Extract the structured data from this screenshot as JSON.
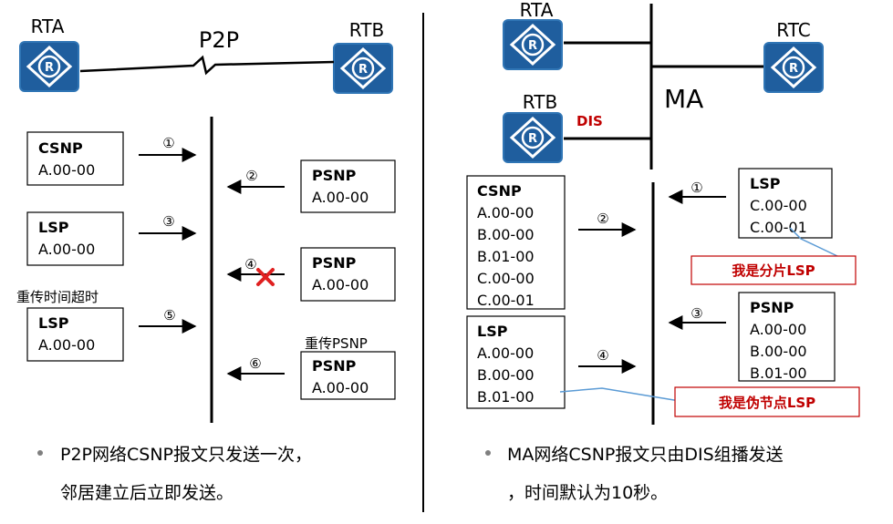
{
  "left": {
    "routers": [
      "RTA",
      "RTB"
    ],
    "link_label": "P2P",
    "steps": [
      "①",
      "②",
      "③",
      "④",
      "⑤",
      "⑥"
    ],
    "boxes": {
      "csnp_a": {
        "title": "CSNP",
        "lines": [
          "A.00-00"
        ]
      },
      "psnp_b1": {
        "title": "PSNP",
        "lines": [
          "A.00-00"
        ]
      },
      "lsp_a1": {
        "title": "LSP",
        "lines": [
          "A.00-00"
        ]
      },
      "psnp_b2": {
        "title": "PSNP",
        "lines": [
          "A.00-00"
        ]
      },
      "lsp_a2": {
        "title": "LSP",
        "lines": [
          "A.00-00"
        ]
      },
      "psnp_b3": {
        "title": "PSNP",
        "lines": [
          "A.00-00"
        ]
      }
    },
    "notes": {
      "retransmit_timeout": "重传时间超时",
      "retransmit_psnp": "重传PSNP"
    },
    "bullet": [
      "P2P网络CSNP报文只发送一次，",
      "邻居建立后立即发送。"
    ]
  },
  "right": {
    "routers": [
      "RTA",
      "RTB",
      "RTC"
    ],
    "dis_label": "DIS",
    "ma_label": "MA",
    "steps": [
      "①",
      "②",
      "③",
      "④"
    ],
    "boxes": {
      "lsp_c": {
        "title": "LSP",
        "lines": [
          "C.00-00",
          "C.00-01"
        ]
      },
      "csnp_b": {
        "title": "CSNP",
        "lines": [
          "A.00-00",
          "B.00-00",
          "B.01-00",
          "C.00-00",
          "C.00-01"
        ]
      },
      "psnp_a": {
        "title": "PSNP",
        "lines": [
          "A.00-00",
          "B.00-00",
          "B.01-00"
        ]
      },
      "lsp_b": {
        "title": "LSP",
        "lines": [
          "A.00-00",
          "B.00-00",
          "B.01-00"
        ]
      }
    },
    "callouts": {
      "fragment": "我是分片LSP",
      "pseudonode": "我是伪节点LSP"
    },
    "bullet": [
      "MA网络CSNP报文只由DIS组播发送",
      "，时间默认为10秒。"
    ]
  },
  "colors": {
    "router_fill": "#1f5e9e",
    "router_border": "#2f75b5",
    "callout_red": "#c00000",
    "callout_line": "#5b9bd5",
    "cross_red": "#e02020"
  }
}
